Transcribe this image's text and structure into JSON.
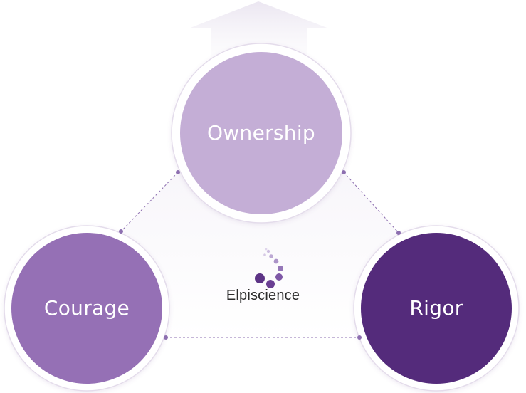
{
  "nodes": {
    "ownership": {
      "label": "Ownership",
      "color": "#c4aed6"
    },
    "courage": {
      "label": "Courage",
      "color": "#9570b5"
    },
    "rigor": {
      "label": "Rigor",
      "color": "#542b7b"
    }
  },
  "brand": {
    "name": "Elpiscience",
    "logo_icon": "dots-spiral-icon"
  },
  "arrow": {
    "icon": "up-arrow-icon",
    "color": "#eeeaf3"
  },
  "connector_color": "#8d6fb0"
}
